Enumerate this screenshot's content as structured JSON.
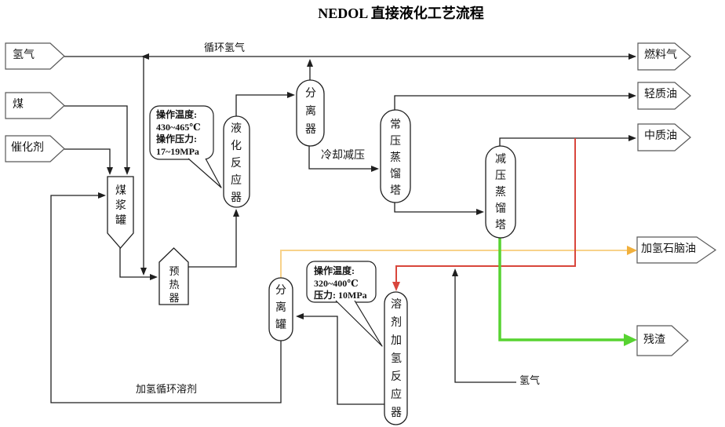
{
  "title": "NEDOL 直接液化工艺流程",
  "inputs": {
    "hydrogen": "氢气",
    "coal": "煤",
    "catalyst": "催化剂"
  },
  "outputs": {
    "fuel_gas": "燃料气",
    "light_oil": "轻质油",
    "medium_oil": "中质油",
    "hydro_naphtha": "加氢石脑油",
    "residue": "残渣"
  },
  "units": {
    "coal_slurry_tank": "煤浆罐",
    "preheater": "预热器",
    "liquefaction_reactor": "液化反应器",
    "separator": "分离器",
    "atmospheric_distillation_tower": "常压蒸馏塔",
    "vacuum_distillation_tower": "减压蒸馏塔",
    "separation_tank": "分离罐",
    "solvent_hydrogenation_reactor": "溶剂加氢反应器"
  },
  "streams": {
    "recycle_hydrogen": "循环氢气",
    "cooling_depressurization": "冷却减压",
    "hydrogenated_recycle_solvent": "加氢循环溶剂",
    "hydrogen_makeup": "氢气"
  },
  "callouts": {
    "liquefaction_reactor": {
      "text": "操作温度:\n430~465℃\n操作压力:\n17~19MPa"
    },
    "solvent_reactor": {
      "text": "操作温度:\n320~400℃\n压力: 10MPa"
    }
  },
  "colors": {
    "stream_red": "#D8463C",
    "stream_yellow": "#F8D28A",
    "stream_yellow_arrow": "#F1B03C",
    "stream_green": "#57D331"
  }
}
